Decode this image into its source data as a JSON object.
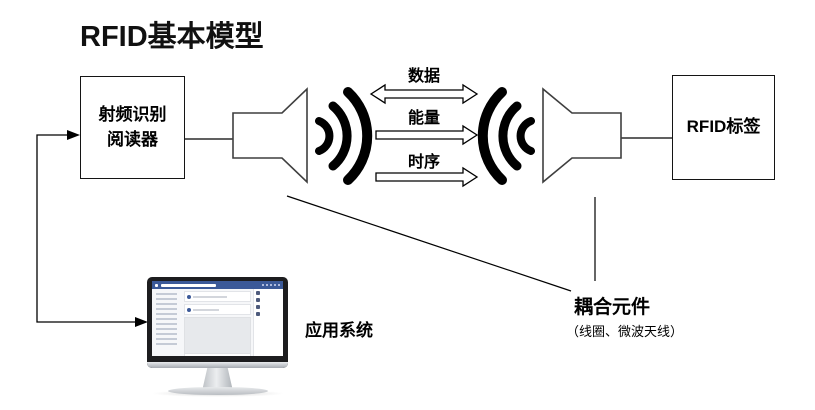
{
  "title": "RFID基本模型",
  "reader_box": {
    "label": "射频识别\n阅读器"
  },
  "tag_box": {
    "label": "RFID标签"
  },
  "channel": {
    "arrows": [
      {
        "label": "数据",
        "direction": "bidirectional"
      },
      {
        "label": "能量",
        "direction": "reader-to-tag"
      },
      {
        "label": "时序",
        "direction": "reader-to-tag"
      }
    ]
  },
  "coupling": {
    "label": "耦合元件",
    "note": "（线圈、微波天线）"
  },
  "application": {
    "label": "应用系统"
  },
  "colors": {
    "ink": "#000000",
    "horn_stroke": "#3f3f3f",
    "screen_bar_blue": "#3b5998"
  }
}
